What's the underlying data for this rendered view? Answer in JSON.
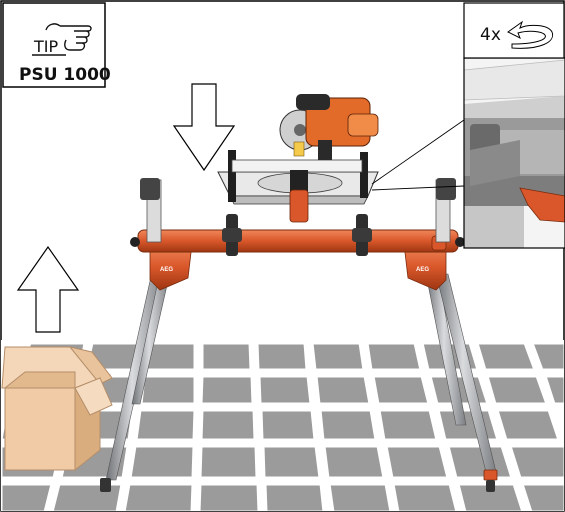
{
  "tip_box": {
    "word": "TIP",
    "product": "PSU 1000"
  },
  "detail_inset": {
    "repeat_count": "4x"
  },
  "stand": {
    "logo_left": "AEG",
    "logo_right": "AEG"
  },
  "icons": [
    "pointing-hand-icon",
    "rotate-arrow-icon",
    "down-arrow-icon",
    "up-arrow-icon"
  ],
  "colors": {
    "stand_orange": "#d9572a",
    "floor_tile": "#9a9a9a",
    "grout": "#ffffff",
    "box_cardboard": "#eec9a2",
    "legs": "#a8aaad"
  }
}
